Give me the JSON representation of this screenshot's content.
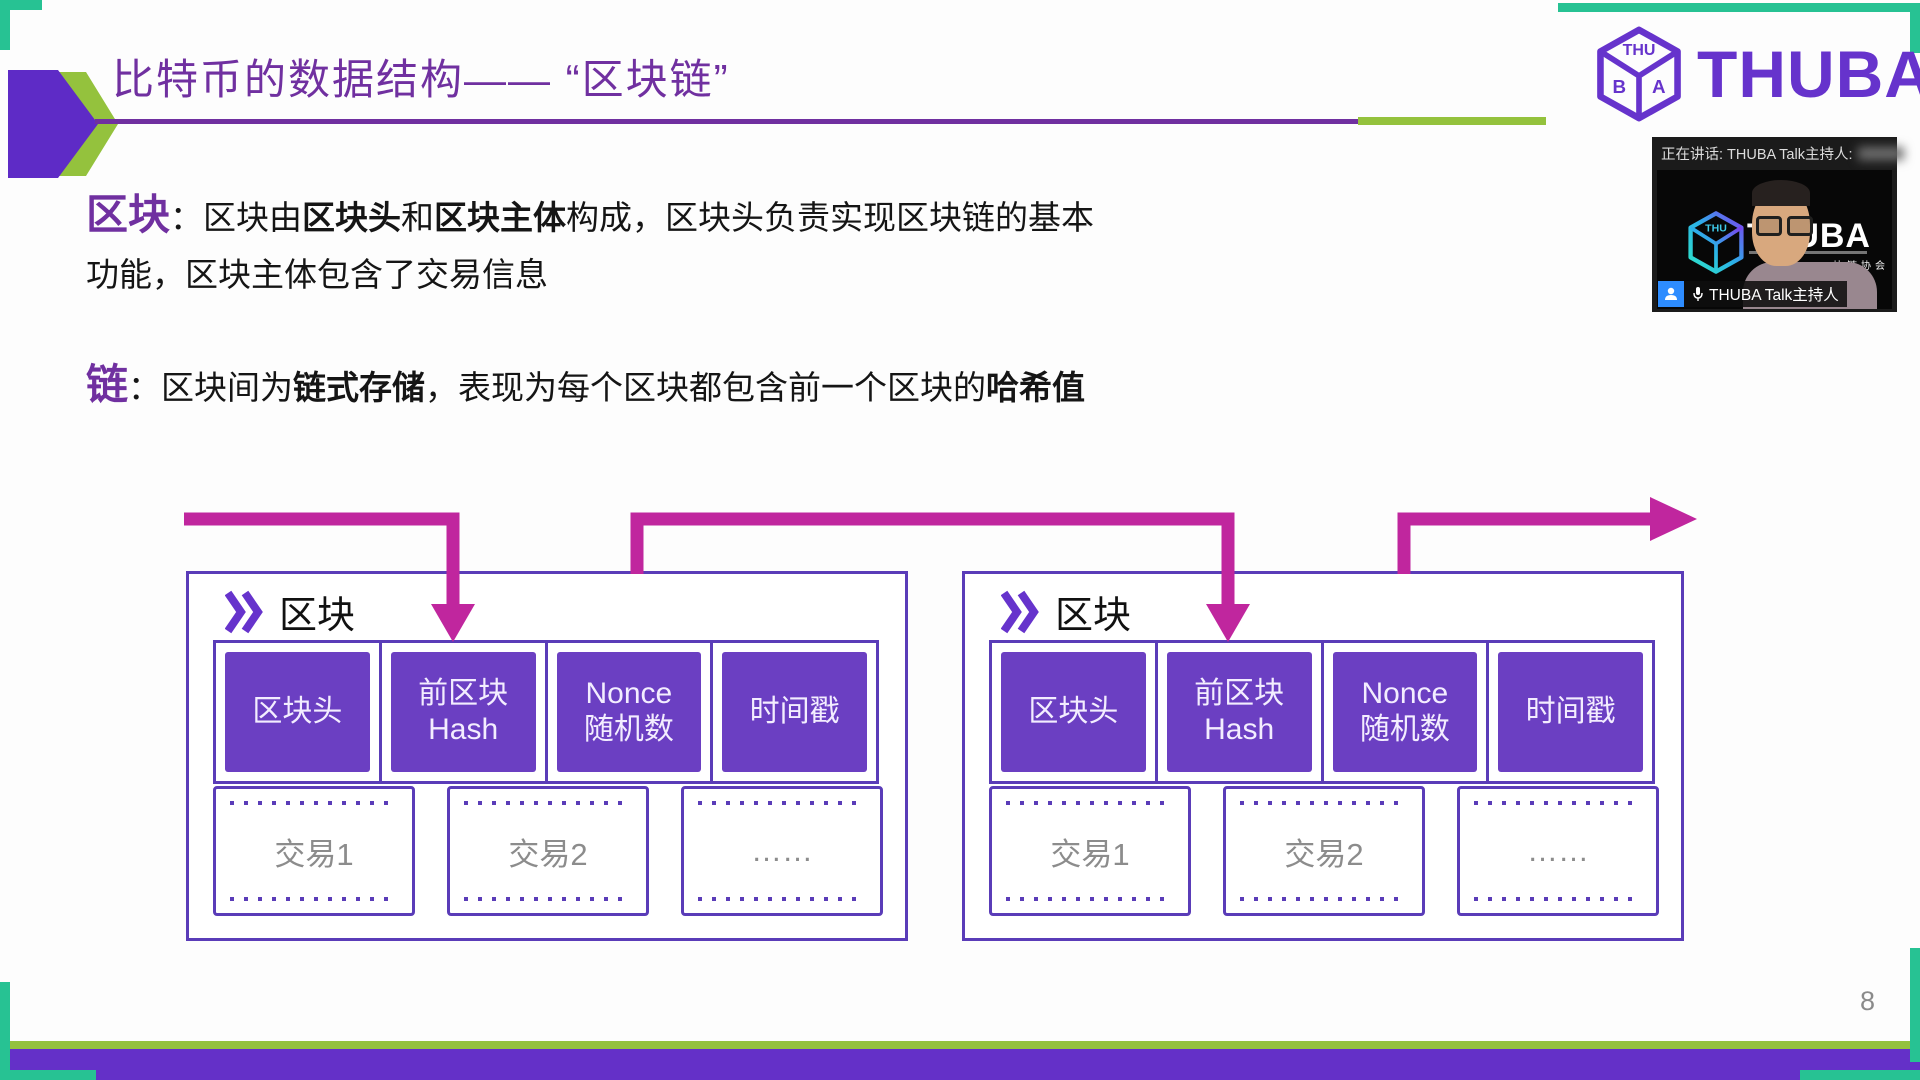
{
  "slide": {
    "title": "比特币的数据结构—— “区块链”",
    "page_number": "8"
  },
  "logo": {
    "brand": "THUBA",
    "cube_top": "THU",
    "cube_left": "B",
    "cube_right": "A"
  },
  "intro": {
    "term": "区块",
    "sep": "：",
    "s1": "区块由",
    "s2": "区块头",
    "s3": "和",
    "s4": "区块主体",
    "s5": "构成，区块头负责实现区块链的基本功能，区块主体包含了交易信息"
  },
  "chain": {
    "term": "链",
    "sep": "：",
    "s1": "区块间为",
    "s2": "链式存储",
    "s3": "，表现为每个区块都包含前一个区块的",
    "s4": "哈希值"
  },
  "diagram": {
    "blocks": [
      {
        "label": "区块",
        "cells": [
          "区块头",
          "前区块\nHash",
          "Nonce\n随机数",
          "时间戳"
        ],
        "transactions": [
          "交易1",
          "交易2",
          "……"
        ]
      },
      {
        "label": "区块",
        "cells": [
          "区块头",
          "前区块\nHash",
          "Nonce\n随机数",
          "时间戳"
        ],
        "transactions": [
          "交易1",
          "交易2",
          "……"
        ]
      }
    ]
  },
  "video": {
    "banner": "正在讲话: THUBA Talk主持人:",
    "brand": "THUBA",
    "assoc": "块链协会",
    "name_tag": "THUBA Talk主持人"
  },
  "colors": {
    "title_purple": "#7030a0",
    "chevron_purple": "#6633cc",
    "diagram_border": "#5a3cb8",
    "cell_fill": "#6b3fc2",
    "arrow_magenta": "#c0269e",
    "accent_green": "#94c23d",
    "accent_teal": "#27c293",
    "footer_purple": "#6430c8",
    "zoom_blue": "#2d8cff"
  }
}
